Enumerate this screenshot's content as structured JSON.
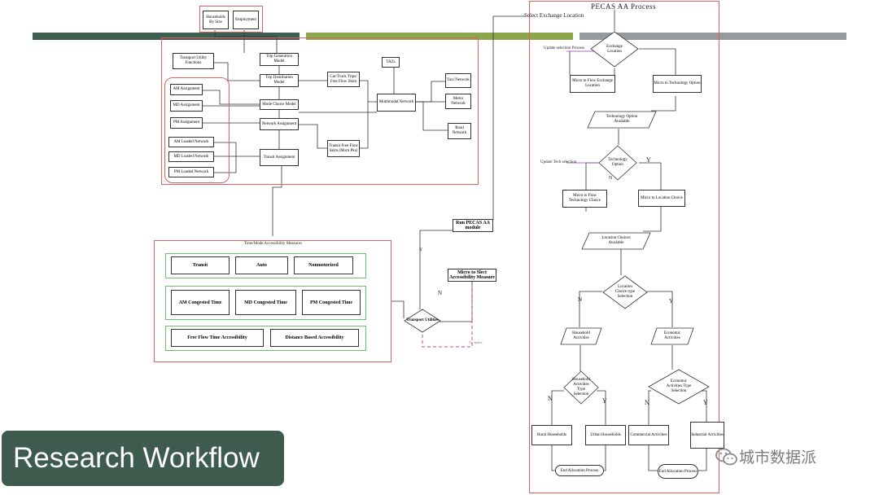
{
  "colors": {
    "bar_dark_green": "#3e5e50",
    "bar_light_green": "#8aa84b",
    "bar_gray": "#969a9e",
    "region_red": "#e06060",
    "region_green": "#6cc070",
    "dashed_magenta": "#d0429c",
    "badge_bg": "#3d5c4d"
  },
  "top_inputs": {
    "households": "Households By Size",
    "employment": "Employment"
  },
  "travel_model": {
    "transport_utility": "Transport Utility Functions",
    "trip_generation": "Trip Generation Model",
    "trip_distribution": "Trip Distribution Model",
    "mode_choice": "Mode Choice Model",
    "network_assignment": "Network Assignment",
    "transit_assignment": "Transit Assignment",
    "am_assignment": "AM Assignment",
    "md_assignment": "MD Assignment",
    "pm_assignment": "PM Assignment",
    "am_loaded": "AM Loaded Network",
    "md_loaded": "MD Loaded Network",
    "pm_loaded": "PM Loaded Network",
    "od_free_flow": "Car/Truck Trips/ Free Flow Skim",
    "transit_free_flow": "Transit Free Flow Skim (Morn Pks)",
    "tazs": "TAZs",
    "multimodal": "Multimodal Network",
    "taxi_network": "Taxi Network",
    "metro_network": "Metro Network",
    "road_network": "Road Network"
  },
  "accessibility": {
    "title": "Time/Mode Accessibility Measures",
    "row1": [
      "Transit",
      "Auto",
      "Nonmotorized"
    ],
    "row2": [
      "AM Congested Time",
      "MD Congested Time",
      "PM Congested Time"
    ],
    "row3": [
      "Free Flow Time Accessibility",
      "Distance Based Accessibility"
    ]
  },
  "middle": {
    "run_pecas": "Run PECAS AA module",
    "micro_to_street": "Micro to Slect Accessibility Measure",
    "transport_utilities": "Transport Utilities",
    "n_label": "N",
    "y_label": "Y",
    "dashed_note": "No update"
  },
  "pecas": {
    "title": "PECAS AA Process",
    "select_exchange": "Select Exchange Location",
    "exchange_location": "Exchange Location",
    "update_selection_process": "Update selection Process",
    "micro_flow_exchange": "Micro to Flow Exchange Location",
    "micro_technology_option": "Micro to Technology Option",
    "technology_option_available": "Technology Option Available",
    "technology_option": "Technology Option",
    "update_tech_selection": "Update Tech selection",
    "micro_flow_technology": "Micro to Flow Technology Choice",
    "micro_location_choice": "Micro to Location Choice",
    "location_choices_available": "Location Choices Available",
    "location_choice_selection": "Location Choice type Selection",
    "household_activities": "Household Activities",
    "economic_activities": "Economic Activities",
    "household_activity_type": "Household Activities Type Selection",
    "economic_activity_type": "Economic Activities Type Selection",
    "rural_households": "Rural Households",
    "urban_households": "Urban Households",
    "commercial_activities": "Commercial Activities",
    "industrial_activities": "Industrial Activities",
    "end_allocation_1": "End Allocation Process",
    "end_allocation_2": "End Allocation Process",
    "n": "N",
    "y": "Y"
  },
  "badge": "Research Workflow",
  "watermark": "城市数据派"
}
